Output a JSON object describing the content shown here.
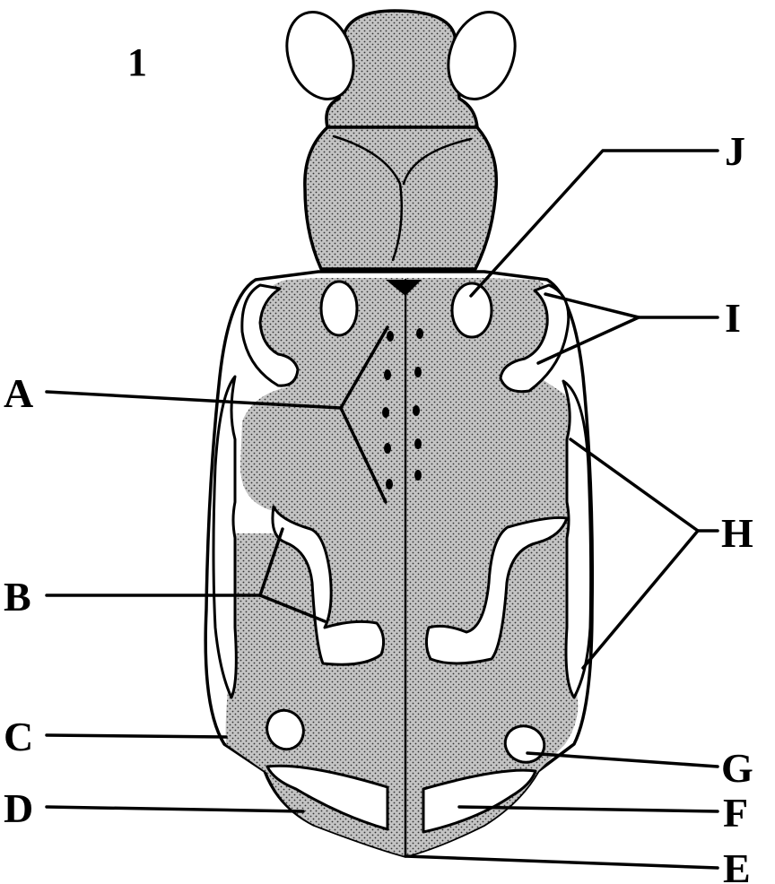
{
  "figure_number": "1",
  "labels": {
    "A": "A",
    "B": "B",
    "C": "C",
    "D": "D",
    "E": "E",
    "F": "F",
    "G": "G",
    "H": "H",
    "I": "I",
    "J": "J"
  },
  "colors": {
    "ink": "#000000",
    "paper": "#ffffff",
    "stipple_base": "#bdbdbd"
  }
}
